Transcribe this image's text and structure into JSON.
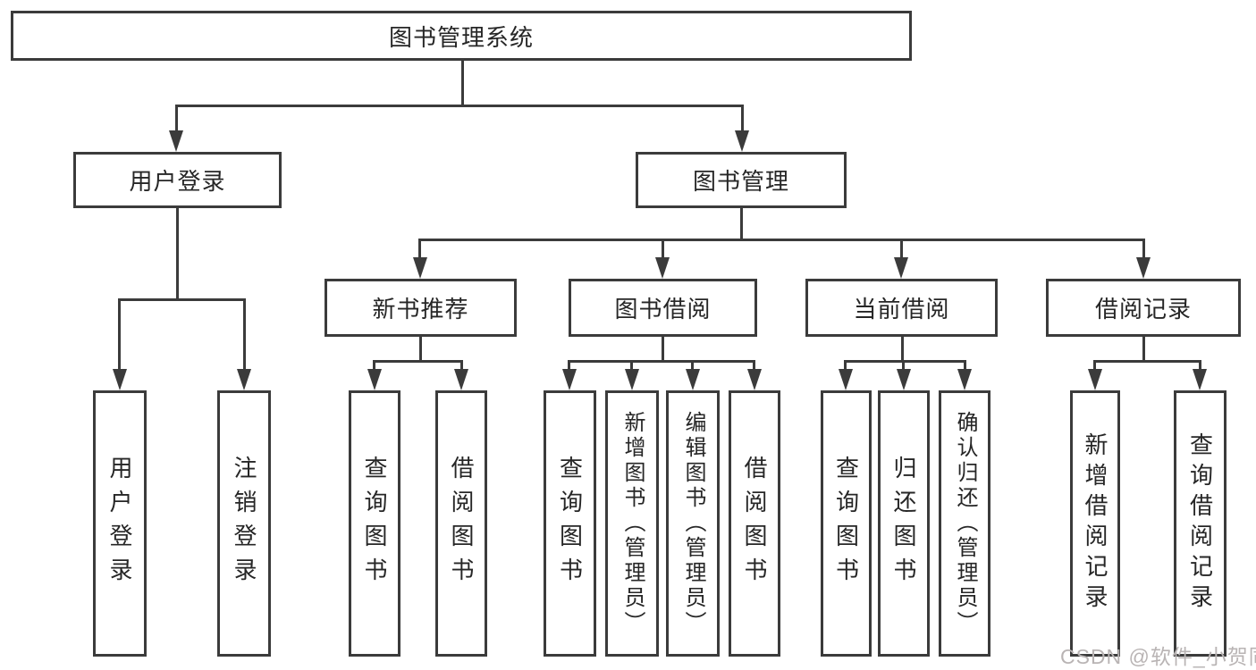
{
  "diagram": {
    "root": {
      "label": "图书管理系统"
    },
    "level2": [
      {
        "label": "用户登录",
        "children": [
          {
            "label": "用户登录"
          },
          {
            "label": "注销登录"
          }
        ]
      },
      {
        "label": "图书管理",
        "children": [
          {
            "label": "新书推荐",
            "children": [
              {
                "label": "查询图书"
              },
              {
                "label": "借阅图书"
              }
            ]
          },
          {
            "label": "图书借阅",
            "children": [
              {
                "label": "查询图书"
              },
              {
                "label": "新增图书（管理员）"
              },
              {
                "label": "编辑图书（管理员）"
              },
              {
                "label": "借阅图书"
              }
            ]
          },
          {
            "label": "当前借阅",
            "children": [
              {
                "label": "查询图书"
              },
              {
                "label": "归还图书"
              },
              {
                "label": "确认归还（管理员）"
              }
            ]
          },
          {
            "label": "借阅记录",
            "children": [
              {
                "label": "新增借阅记录"
              },
              {
                "label": "查询借阅记录"
              }
            ]
          }
        ]
      }
    ]
  },
  "watermark": {
    "text": "CSDN @软件_小贺同学"
  },
  "colors": {
    "line": "#3b3b3b",
    "text": "#262626",
    "background": "#ffffff",
    "watermark": "#b9b4b4"
  }
}
